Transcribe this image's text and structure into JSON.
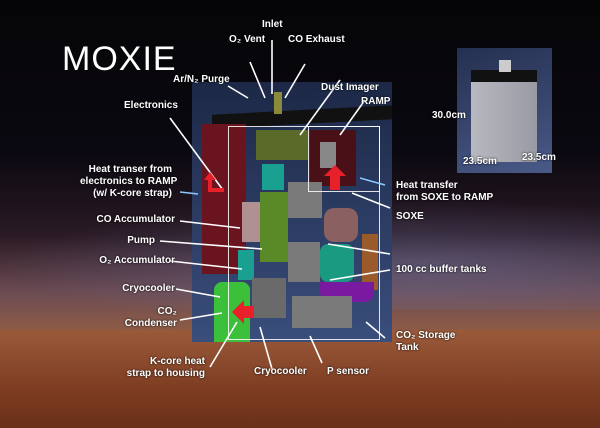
{
  "title": "MOXIE",
  "dimensions": {
    "height": "30.0cm",
    "width": "23.5cm",
    "depth": "23.5cm"
  },
  "labels": {
    "inlet": "Inlet",
    "o2_vent": "O₂ Vent",
    "co_exhaust": "CO Exhaust",
    "ar_n2_purge": "Ar/N₂ Purge",
    "electronics": "Electronics",
    "dust_imager": "Dust Imager",
    "ramp": "RAMP",
    "heat_transfer_electronics_1": "Heat transer from",
    "heat_transfer_electronics_2": "electronics to RAMP",
    "heat_transfer_electronics_3": "(w/ K-core strap)",
    "heat_transfer_soxe_1": "Heat transfer",
    "heat_transfer_soxe_2": "from SOXE to RAMP",
    "soxe": "SOXE",
    "co_accumulator": "CO Accumulator",
    "pump": "Pump",
    "o2_accumulator": "O₂ Accumulator",
    "buffer_tanks": "100 cc buffer tanks",
    "cryocooler_left": "Cryocooler",
    "co2_condenser_1": "CO₂",
    "co2_condenser_2": "Condenser",
    "co2_storage_1": "CO₂ Storage",
    "co2_storage_2": "Tank",
    "kcore_1": "K-core heat",
    "kcore_2": "strap to housing",
    "cryocooler_bottom": "Cryocooler",
    "p_sensor": "P sensor"
  },
  "colors": {
    "heat_arrow": "#e8202a",
    "electronics": "#6a1420",
    "condenser": "#3cc03c",
    "accumulator": "#1aa090",
    "storage": "#7a1aa0",
    "buffer": "#9a5a2a"
  }
}
